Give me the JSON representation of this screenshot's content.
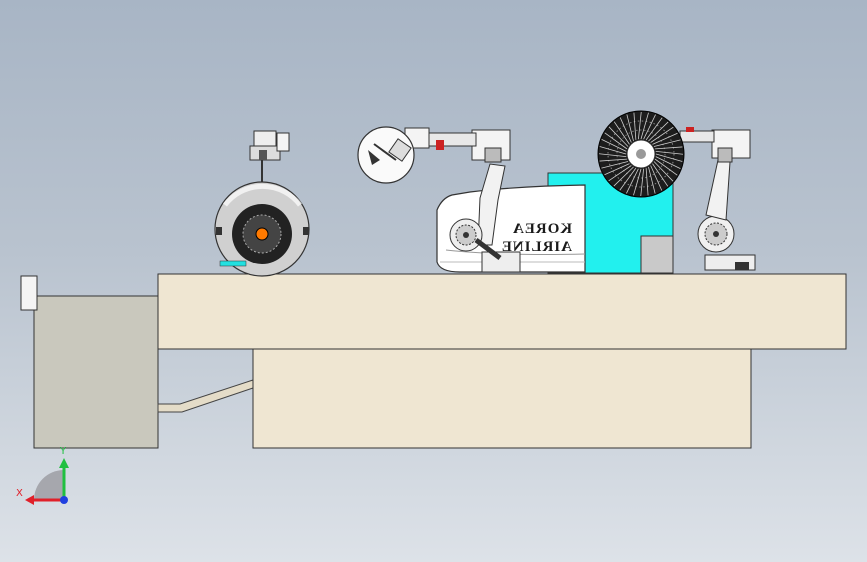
{
  "fuselage_text": {
    "line1": "KOREA",
    "line2": "AIRLINE"
  },
  "triad": {
    "x_label": "X",
    "y_label": "Y"
  },
  "colors": {
    "background_top": "#a8b5c5",
    "background_bottom": "#dde2e8",
    "table": "#efe6d2",
    "cabinet": "#c9c8bd",
    "fixture": "#22f0ee",
    "axis_x": "#e0202a",
    "axis_y": "#20c040",
    "axis_z": "#2040e0"
  }
}
